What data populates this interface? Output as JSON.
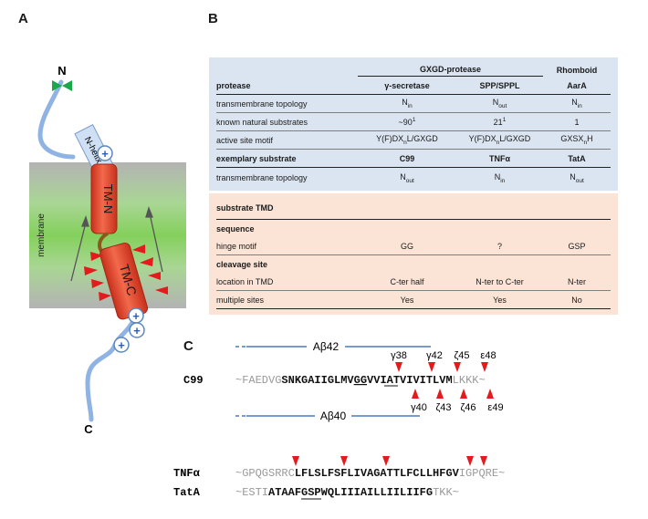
{
  "panels": {
    "a": "A",
    "b": "B",
    "c": "C"
  },
  "panel_a": {
    "n_terminus": "N",
    "c_terminus": "C",
    "n_helix": "N-helix",
    "tm_n": "TM-N",
    "tm_c": "TM-C",
    "membrane": "membrane"
  },
  "table": {
    "group_gxgd": "GXGD-protease",
    "group_rhomboid": "Rhomboid",
    "header": {
      "label": "protease",
      "c1": "γ-secretase",
      "c2": "SPP/SPPL",
      "c3": "AarA"
    },
    "rows": [
      {
        "label": "transmembrane topology",
        "c1_base": "N",
        "c1_sub": "in",
        "c2_base": "N",
        "c2_sub": "out",
        "c3_base": "N",
        "c3_sub": "in"
      },
      {
        "label": "known natural substrates",
        "c1_base": "~90",
        "c1_sup": "1",
        "c2_base": "21",
        "c2_sup": "1",
        "c3_base": "1"
      },
      {
        "label": "active site motif",
        "c1_a": "Y(F)DX",
        "c1_s": "n",
        "c1_b": "L/GXGD",
        "c2_a": "Y(F)DX",
        "c2_s": "n",
        "c2_b": "L/GXGD",
        "c3_a": "GXSX",
        "c3_s": "n",
        "c3_b": "H"
      }
    ],
    "exemplary": {
      "label": "exemplary substrate",
      "c1": "C99",
      "c2": "TNFα",
      "c3": "TatA"
    },
    "exemplary_topology": {
      "label": "transmembrane topology",
      "c1_base": "N",
      "c1_sub": "out",
      "c2_base": "N",
      "c2_sub": "in",
      "c3_base": "N",
      "c3_sub": "out"
    },
    "substrate_tmd": "substrate TMD",
    "sequence": "sequence",
    "hinge": {
      "label": "hinge motif",
      "c1": "GG",
      "c2": "?",
      "c3": "GSP"
    },
    "cleavage_site": "cleavage site",
    "location": {
      "label": "location in TMD",
      "c1": "C-ter half",
      "c2": "N-ter to C-ter",
      "c3": "N-ter"
    },
    "multiple": {
      "label": "multiple sites",
      "c1": "Yes",
      "c2": "Yes",
      "c3": "No"
    }
  },
  "panel_c": {
    "abeta42": "Aβ42",
    "abeta40": "Aβ40",
    "c99": {
      "name": "C99",
      "grey_left": "~FAEDVG",
      "bold_1": "SNKGAIIGLMV",
      "bold_gg": "GG",
      "bold_2": "VVIATVIVITLVM",
      "grey_right": "LKKK~"
    },
    "top_sites": [
      "γ38",
      "γ42",
      "ζ45",
      "ε48"
    ],
    "bottom_sites": [
      "γ40",
      "ζ43",
      "ζ46",
      "ε49"
    ],
    "tnfa": {
      "name": "TNFα",
      "grey_left": "~GPQGSRRC",
      "bold": "LFLSLFSFLIVAGATTLFCLLHFGV",
      "grey_right": "IGPQRE~"
    },
    "tata": {
      "name": "TatA",
      "grey_left": "~ESTI",
      "bold_1": "ATAAF",
      "bold_gsp": "GSP",
      "bold_2": "WQLIIIAILLIILIIFG",
      "grey_right": "TKK~"
    }
  },
  "colors": {
    "helix_red": "#e8442a",
    "arrow_red": "#e41a1c",
    "link_blue": "#8fb4e3",
    "membrane_green": "#8fd16a",
    "table_blue": "#dbe5f1",
    "table_peach": "#fbe4d5",
    "line_blue": "#4a78c2"
  }
}
